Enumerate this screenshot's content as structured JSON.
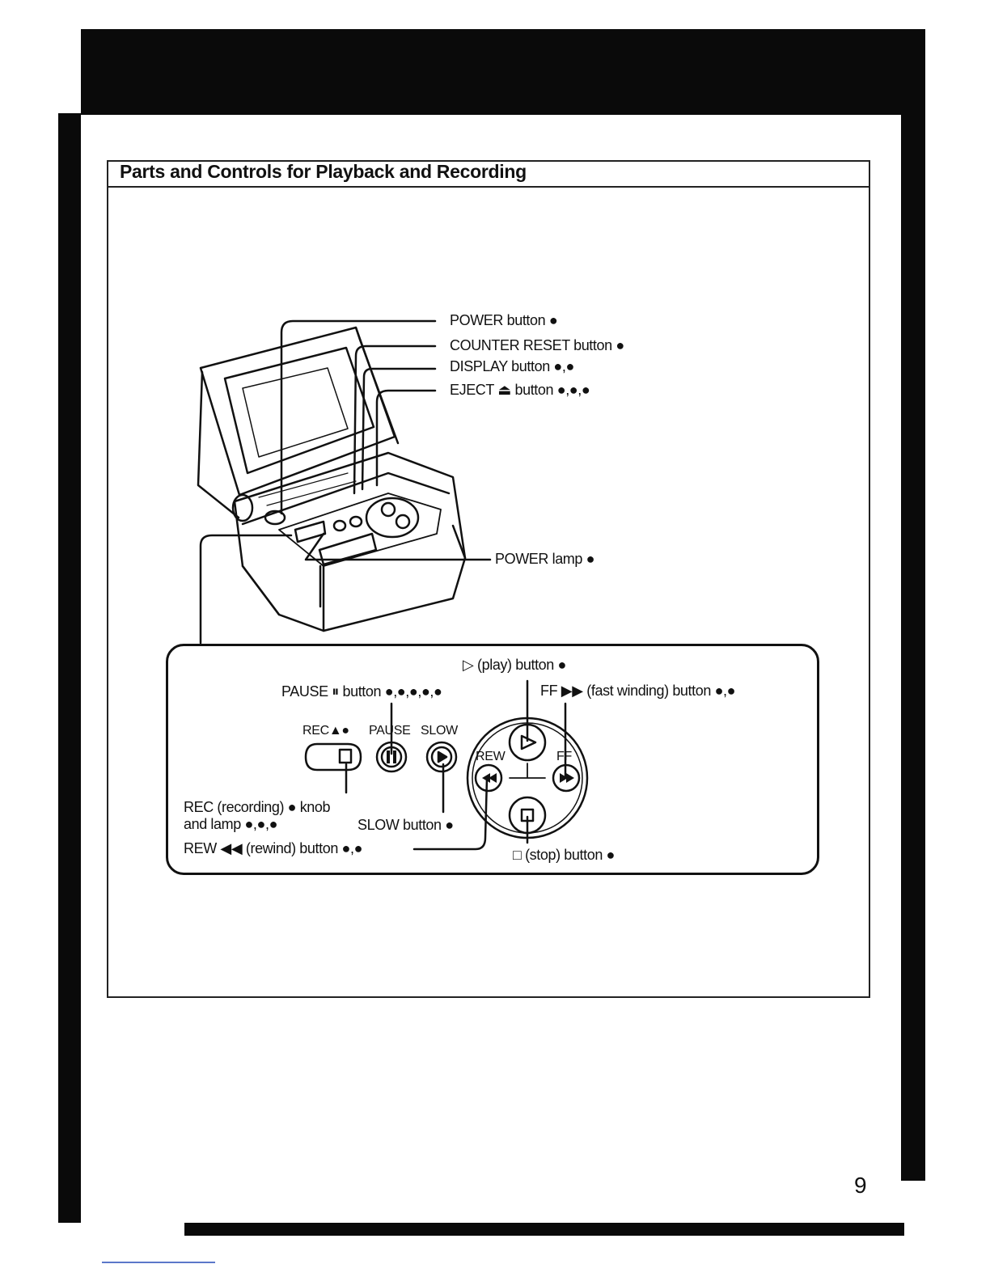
{
  "page": {
    "section_title": "Parts and Controls for Playback and Recording",
    "page_number": "9"
  },
  "callouts": {
    "power_button": "POWER button ●",
    "counter_reset_button": "COUNTER RESET button ●",
    "display_button": "DISPLAY button ●,●",
    "eject_button": "EJECT ⏏ button ●,●,●",
    "power_lamp": "POWER lamp ●"
  },
  "inset": {
    "play_button": "▷ (play) button ●",
    "pause_button": "PAUSE ⏸ button ●,●,●,●,●",
    "ff_button": "FF ▶▶ (fast winding) button ●,●",
    "panel_rec": "REC▲●",
    "panel_pause": "PAUSE",
    "panel_slow": "SLOW",
    "panel_rew": "REW",
    "panel_ff": "FF",
    "rec_knob_line1": "REC (recording) ● knob",
    "rec_knob_line2": "and lamp ●,●,●",
    "slow_button": "SLOW button ●",
    "rew_button": "REW ◀◀ (rewind) button ●,●",
    "stop_button": "□ (stop) button ●"
  }
}
